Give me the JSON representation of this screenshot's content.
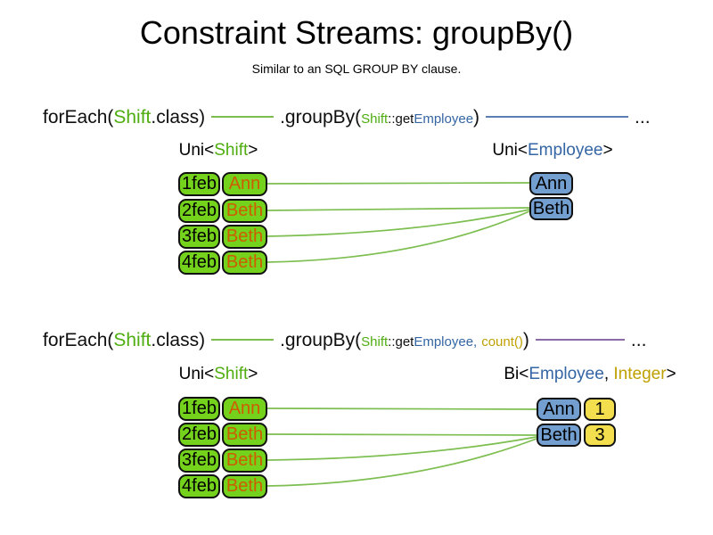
{
  "palette": {
    "green_text": "#4FAD10",
    "green_fill": "#74D21C",
    "green_line": "#7DBE50",
    "blue_text": "#3465A4",
    "blue_fill": "#729FCF",
    "blue_line": "#5B7FB4",
    "orange_text": "#CE5C00",
    "gold_text": "#BFA000",
    "yellow_fill": "#F3DF4D",
    "purple_line": "#8B6BA8",
    "border": "#111111"
  },
  "title": "Constraint Streams: groupBy()",
  "subtitle": "Similar to an SQL GROUP BY clause.",
  "section1": {
    "code": {
      "foreach": "forEach(",
      "shift": "Shift",
      "class_close": ".class)",
      "groupby": ".groupBy(",
      "arg_shift": "Shift",
      "arg_getter": "::get",
      "arg_employee": "Employee",
      "close": ")",
      "ellipsis": "..."
    },
    "source_label": {
      "pre": "Uni<",
      "type": "Shift",
      "post": ">"
    },
    "result_label": {
      "pre": "Uni<",
      "type": "Employee",
      "post": ">"
    },
    "rows": [
      {
        "date": "1feb",
        "employee": "Ann"
      },
      {
        "date": "2feb",
        "employee": "Beth"
      },
      {
        "date": "3feb",
        "employee": "Beth"
      },
      {
        "date": "4feb",
        "employee": "Beth"
      }
    ],
    "results": [
      {
        "employee": "Ann"
      },
      {
        "employee": "Beth"
      }
    ]
  },
  "section2": {
    "code": {
      "foreach": "forEach(",
      "shift": "Shift",
      "class_close": ".class)",
      "groupby": ".groupBy(",
      "arg_shift": "Shift",
      "arg_getter": "::get",
      "arg_employee": "Employee,",
      "arg_count": "count()",
      "close": ")",
      "ellipsis": "..."
    },
    "source_label": {
      "pre": "Uni<",
      "type": "Shift",
      "post": ">"
    },
    "result_label": {
      "pre": "Bi<",
      "type1": "Employee",
      "comma": ", ",
      "type2": "Integer",
      "post": ">"
    },
    "rows": [
      {
        "date": "1feb",
        "employee": "Ann"
      },
      {
        "date": "2feb",
        "employee": "Beth"
      },
      {
        "date": "3feb",
        "employee": "Beth"
      },
      {
        "date": "4feb",
        "employee": "Beth"
      }
    ],
    "results": [
      {
        "employee": "Ann",
        "count": "1"
      },
      {
        "employee": "Beth",
        "count": "3"
      }
    ]
  }
}
